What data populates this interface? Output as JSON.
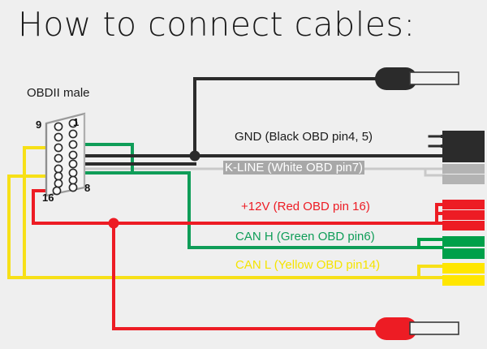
{
  "page": {
    "title": "How to connect cables:",
    "background": "#efefef"
  },
  "connector": {
    "name": "OBDII male",
    "pin_labels": {
      "top_left": "9",
      "top_right": "1",
      "bottom_right": "8",
      "bottom_left": "16"
    },
    "rows": 8,
    "columns": 2
  },
  "wires": [
    {
      "id": "gnd",
      "label": "GND (Black OBD pin4, 5)",
      "color": "#2b2b2b",
      "text_color": "#1b1b1b",
      "obd_pins": "4, 5",
      "terminal_bars": 3,
      "terminal_color": "#2b2b2b",
      "plug": "black-banana-plug"
    },
    {
      "id": "kline",
      "label": "K-LINE (White OBD pin7)",
      "color": "#c9c9c9",
      "text_color": "#ffffff",
      "highlight_color": "#a8a8a8",
      "obd_pins": "7",
      "terminal_bars": 2,
      "terminal_color": "#b3b3b3",
      "plug": "none"
    },
    {
      "id": "v12",
      "label": "+12V (Red OBD pin 16)",
      "color": "#ed1c24",
      "text_color": "#ed1c24",
      "obd_pins": "16",
      "terminal_bars": 3,
      "terminal_color": "#ed1c24",
      "plug": "red-banana-plug"
    },
    {
      "id": "canh",
      "label": "CAN H (Green OBD pin6)",
      "color": "#0f9d58",
      "text_color": "#0f9d58",
      "obd_pins": "6",
      "terminal_bars": 2,
      "terminal_color": "#00a04a",
      "plug": "none"
    },
    {
      "id": "canl",
      "label": "CAN L (Yellow OBD pin14)",
      "color": "#f7e017",
      "text_color": "#f5e400",
      "obd_pins": "14",
      "terminal_bars": 2,
      "terminal_color": "#ffe600",
      "plug": "none"
    }
  ],
  "plugs": {
    "top": {
      "name": "black-banana-plug",
      "body_color": "#2b2b2b",
      "tip_color": "#f2f2f2"
    },
    "bottom": {
      "name": "red-banana-plug",
      "body_color": "#ed1c24",
      "tip_color": "#f2f2f2"
    }
  }
}
